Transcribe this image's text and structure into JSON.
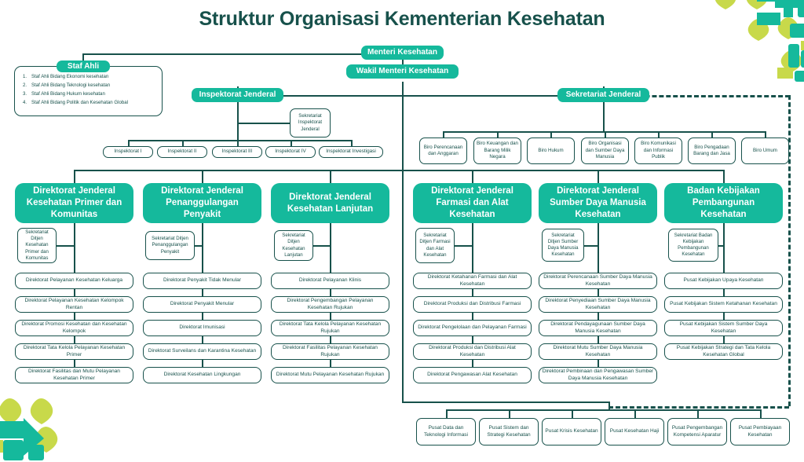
{
  "title": "Struktur Organisasi Kementerian Kesehatan",
  "colors": {
    "teal": "#15B99C",
    "dark_teal": "#17514B",
    "lime": "#C8D94A",
    "white": "#FFFFFF"
  },
  "top": {
    "minister": "Menteri Kesehatan",
    "vice_minister": "Wakil Menteri Kesehatan",
    "staf_ahli_title": "Staf Ahli",
    "staf_ahli_items": [
      "Staf Ahli Bidang Ekonomi kesehatan",
      "Staf Ahli Bidang Teknologi kesehatan",
      "Staf Ahli Bidang Hukum kesehatan",
      "Staf Ahli Bidang Politik dan Kesehatan Global"
    ]
  },
  "inspektorat": {
    "title": "Inspektorat Jenderal",
    "sekretariat": "Sekretariat Inspektorat Jenderal",
    "units": [
      "Inspektorat I",
      "Inspektorat II",
      "Inspektorat III",
      "Inspektorat IV",
      "Inspektorat Investigasi"
    ]
  },
  "sekretariat_jenderal": {
    "title": "Sekretariat Jenderal",
    "biro": [
      "Biro Perencanaan dan Anggaran",
      "Biro Keuangan dan Barang Milik Negara",
      "Biro Hukum",
      "Biro Organisasi dan Sumber Daya Manusia",
      "Biro Komunikasi dan Informasi Publik",
      "Biro Pengadaan Barang dan Jasa",
      "Biro Umum"
    ]
  },
  "directorates": [
    {
      "title": "Direktorat Jenderal Kesehatan Primer dan Komunitas",
      "sekretariat": "Sekretariat Ditjen Kesehatan Primer dan Komunitas",
      "units": [
        "Direktorat Pelayanan Kesehatan Keluarga",
        "Direktorat Pelayanan Kesehatan Kelompok Rentan",
        "Direktorat Promosi Kesehatan dan Kesehatan Kelompok",
        "Direktorat Tata Kelola Pelayanan Kesehatan Primer",
        "Direktorat Fasilitas dan Mutu Pelayanan Kesehatan Primer"
      ]
    },
    {
      "title": "Direktorat Jenderal Penanggulangan Penyakit",
      "sekretariat": "Sekretariat Ditjen Penanggulangan Penyakit",
      "units": [
        "Direktorat Penyakit Tidak Menular",
        "Direktorat Penyakit Menular",
        "Direktorat Imunisasi",
        "Direktorat Surveilans dan Karantina Kesehatan",
        "Direktorat Kesehatan Lingkungan"
      ]
    },
    {
      "title": "Direktorat Jenderal Kesehatan Lanjutan",
      "sekretariat": "Sekretariat Ditjen Kesehatan Lanjutan",
      "units": [
        "Direktorat Pelayanan Klinis",
        "Direktorat Pengembangan Pelayanan Kesehatan Rujukan",
        "Direktorat Tata Kelola Pelayanan Kesehatan Rujukan",
        "Direktorat Fasilitas Pelayanan Kesehatan Rujukan",
        "Direktorat Mutu Pelayanan Kesehatan Rujukan"
      ]
    },
    {
      "title": "Direktorat Jenderal Farmasi dan Alat Kesehatan",
      "sekretariat": "Sekretariat Ditjen Farmasi dan Alat Kesehatan",
      "units": [
        "Direktorat Ketahanan Farmasi dan Alat Kesehatan",
        "Direktorat Produksi dan Distribusi Farmasi",
        "Direktorat Pengelolaan dan Pelayanan Farmasi",
        "Direktorat Produksi dan Distribusi Alat Kesehatan",
        "Direktorat Pengawasan Alat Kesehatan"
      ]
    },
    {
      "title": "Direktorat Jenderal Sumber Daya Manusia Kesehatan",
      "sekretariat": "Sekretariat Ditjen Sumber Daya Manusia Kesehatan",
      "units": [
        "Direktorat Perencanaan Sumber Daya Manusia Kesehatan",
        "Direktorat Penyediaan Sumber Daya Manusia Kesehatan",
        "Direktorat Pendayagunaan Sumber Daya Manusia Kesehatan",
        "Direktorat Mutu Sumber Daya Manusia Kesehatan",
        "Direktorat Pembinaan dan Pengawasan Sumber Daya Manusia Kesehatan"
      ]
    },
    {
      "title": "Badan Kebijakan Pembangunan Kesehatan",
      "sekretariat": "Sekretariat Badan Kebijakan Pembangunan Kesehatan",
      "units": [
        "Pusat Kebijakan Upaya Kesehatan",
        "Pusat Kebijakan Sistem Ketahanan Kesehatan",
        "Pusat Kebijakan Sistem Sumber Daya Kesehatan",
        "Pusat Kebijakan Strategi dan Tata Kelola Kesehatan Global"
      ]
    }
  ],
  "bottom_pusat": [
    "Pusat Data dan Teknologi Informasi",
    "Pusat Sistem dan Strategi Kesehatan",
    "Pusat Krisis Kesehatan",
    "Pusat Kesehatan Haji",
    "Pusat Pengembangan Kompetensi Aparatur",
    "Pusat Pembiayaan Kesehatan"
  ]
}
